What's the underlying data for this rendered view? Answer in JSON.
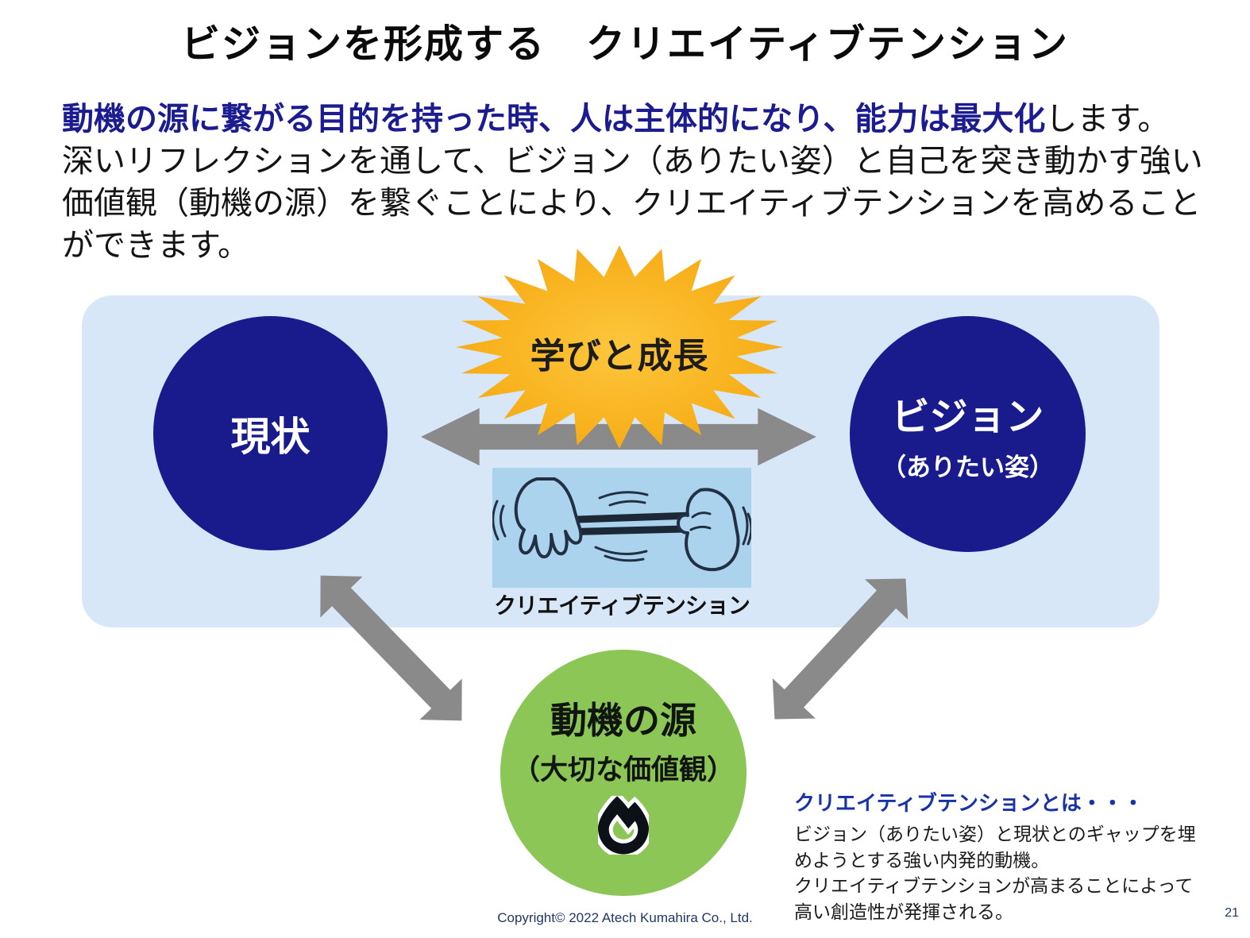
{
  "title": "ビジョンを形成する　クリエイティブテンション",
  "intro": {
    "highlight": "動機の源に繋がる目的を持った時、人は主体的になり、能力は最大化",
    "highlight_suffix": "します。",
    "body": "深いリフレクションを通して、ビジョン（ありたい姿）と自己を突き動かす強い価値観（動機の源）を繋ぐことにより、クリエイティブテンションを高めることができます。"
  },
  "diagram": {
    "current_state_label": "現状",
    "vision_label": "ビジョン",
    "vision_sublabel": "（ありたい姿）",
    "burst_label": "学びと成長",
    "tension_caption": "クリエイティブテンション",
    "motivation_label": "動機の源",
    "motivation_sublabel": "（大切な価値観）",
    "icons": {
      "burst": "starburst-icon",
      "gap_arrow": "double-arrow-icon",
      "link_arrows": "double-arrow-icon",
      "rubber_band": "hands-stretching-band-icon",
      "flame": "flame-icon"
    },
    "colors": {
      "panel_bg": "#d8e7f7",
      "navy_circle": "#191b8c",
      "green_circle": "#8cc656",
      "burst_outer": "#f4a318",
      "burst_inner": "#fdc63e",
      "arrow_gray": "#8a8a8a",
      "band_box_bg": "#abd3ee",
      "highlight_blue": "#1c1c90",
      "note_heading_blue": "#1733a5",
      "footer_navy": "#1f3864"
    }
  },
  "note": {
    "heading": "クリエイティブテンションとは・・・",
    "body1": "ビジョン（ありたい姿）と現状とのギャップを埋めようとする強い内発的動機。",
    "body2": "クリエイティブテンションが高まることによって高い創造性が発揮される。"
  },
  "footer": {
    "copyright": "Copyright© 2022 Atech Kumahira Co., Ltd.",
    "page": "21"
  }
}
